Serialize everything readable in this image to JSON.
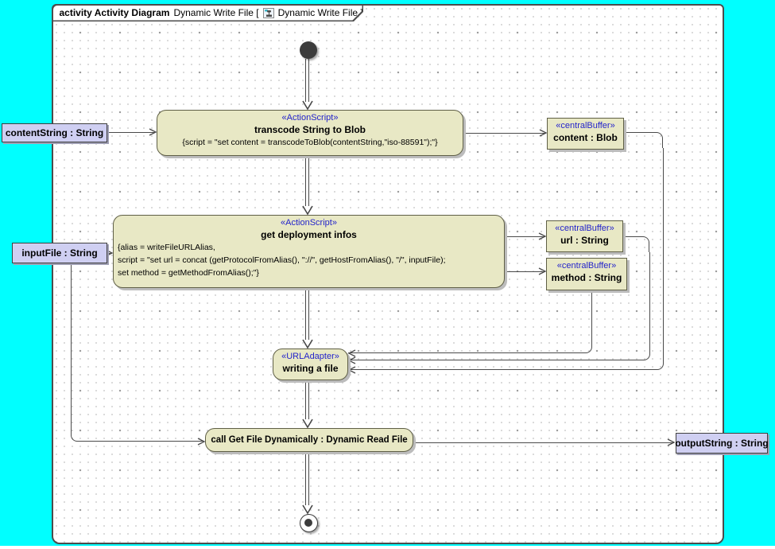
{
  "frame_header": {
    "keyword_title": "activity Activity Diagram",
    "diagram_ref": "Dynamic Write File [",
    "frame_ref": "Dynamic Write File ]"
  },
  "nodes": {
    "action_transcode": {
      "stereotype": "«ActionScript»",
      "name": "transcode String to Blob",
      "script": "{script = \"set content = transcodeToBlob(contentString,\"iso-88591\");\"}"
    },
    "action_deployment": {
      "stereotype": "«ActionScript»",
      "name": "get deployment infos",
      "body_lines": [
        "{alias = writeFileURLAlias,",
        "script = \"set url = concat (getProtocolFromAlias(), \"://\", getHostFromAlias(), \"/\", inputFile);",
        "set method = getMethodFromAlias();\"}"
      ]
    },
    "buffer_content": {
      "stereotype": "«centralBuffer»",
      "name": "content : Blob"
    },
    "buffer_url": {
      "stereotype": "«centralBuffer»",
      "name": "url : String"
    },
    "buffer_method": {
      "stereotype": "«centralBuffer»",
      "name": "method : String"
    },
    "adapter_writing": {
      "stereotype": "«URLAdapter»",
      "name": "writing a file"
    },
    "call_action": {
      "name": "call Get File Dynamically : Dynamic Read File"
    }
  },
  "pins": {
    "content_string": "contentString : String",
    "input_file": "inputFile : String",
    "output_string": "outputString : String"
  },
  "colors": {
    "canvas_background": "#00ffff",
    "node_fill": "#e8e8c5",
    "node_border": "#5f5f46",
    "pin_fill": "#cfcff2",
    "stereotype_text": "#2323cb",
    "edge": "#4a4a4a"
  }
}
